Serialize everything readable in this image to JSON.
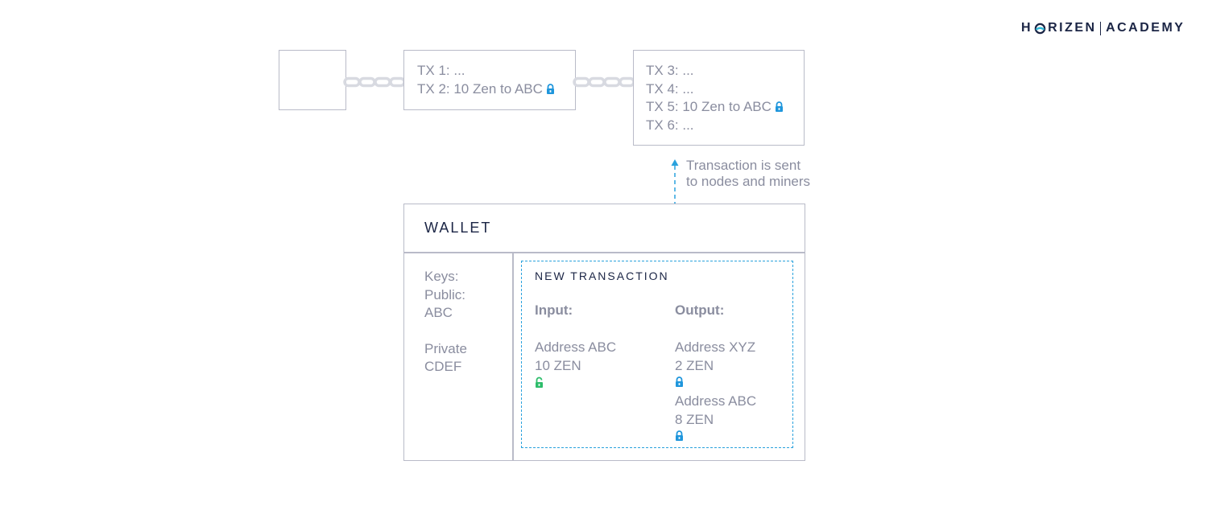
{
  "logo": {
    "part1": "H",
    "part2": "RIZEN",
    "part3": "ACADEMY"
  },
  "blocks": {
    "block2": [
      "TX 1: ...",
      "TX 2: 10 Zen to ABC"
    ],
    "block3": [
      "TX 3: ...",
      "TX 4: ...",
      "TX 5: 10 Zen to ABC",
      "TX 6: ..."
    ]
  },
  "annotation": {
    "line1": "Transaction is sent",
    "line2": "to nodes and miners"
  },
  "wallet": {
    "title": "WALLET",
    "keys": {
      "label": "Keys:",
      "public_label": "Public:",
      "public_value": "ABC",
      "private_label": "Private",
      "private_value": "CDEF"
    },
    "new_transaction": {
      "title": "NEW TRANSACTION",
      "input": {
        "label": "Input:",
        "address": "Address ABC",
        "amount": "10 ZEN"
      },
      "output": {
        "label": "Output:",
        "items": [
          {
            "address": "Address XYZ",
            "amount": "2 ZEN"
          },
          {
            "address": "Address ABC",
            "amount": "8 ZEN"
          }
        ]
      }
    }
  },
  "colors": {
    "lock_blue": "#1f96dc",
    "lock_green": "#2ebd6b",
    "dashed": "#2aa2dd",
    "chain": "#d8dae1",
    "border": "#b9bbc8",
    "dark": "#1b2545"
  },
  "icons": {
    "locked": "padlock-closed-icon",
    "unlocked": "padlock-open-icon",
    "chain": "chain-link-icon"
  }
}
